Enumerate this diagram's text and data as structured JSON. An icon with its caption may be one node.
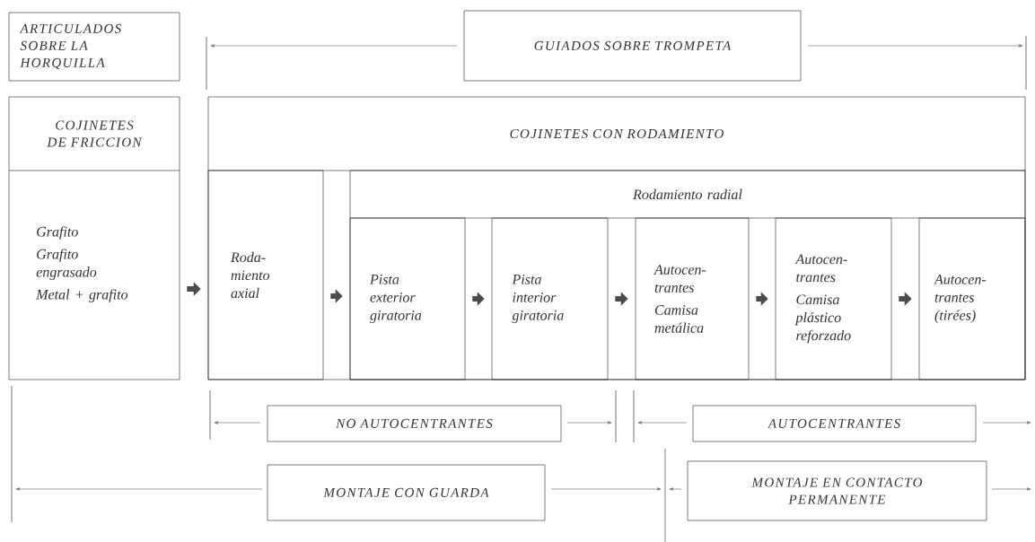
{
  "diagram": {
    "nodes": [
      {
        "text": [
          "ARTICULADOS SOBRE LA HORQUILLA"
        ]
      },
      {
        "text": [
          "GUIADOS SOBRE TROMPETA"
        ]
      },
      {
        "text": [
          "COJINETES DE FRICCION",
          "Grafito",
          "Grafito engrasado",
          "Metal + grafito"
        ]
      },
      {
        "text": [
          "COJINETES CON RODAMIENTO"
        ]
      },
      {
        "text": [
          "Roda-miento axial"
        ],
        "in": 3
      },
      {
        "text": [
          "Rodamiento radial"
        ],
        "in": 3
      },
      {
        "text": [
          "Pista exterior giratoria"
        ],
        "in": 5
      },
      {
        "text": [
          "Pista interior giratoria"
        ],
        "in": 5
      },
      {
        "text": [
          "Autocen-trantes",
          "Camisa metálica"
        ],
        "in": 5
      },
      {
        "text": [
          "Autocen-trantes",
          "Camisa plástico reforzado"
        ],
        "in": 5
      },
      {
        "text": [
          "Autocen-trantes (tirées)"
        ],
        "in": 5
      },
      {
        "text": [
          "NO AUTOCENTRANTES"
        ]
      },
      {
        "text": [
          "AUTOCENTRANTES"
        ]
      },
      {
        "text": [
          "MONTAJE CON GUARDA"
        ]
      },
      {
        "text": [
          "MONTAJE EN CONTACTO PERMANENTE"
        ]
      }
    ],
    "edges": [
      {
        "from": 2,
        "to": 4,
        "arrow": "to"
      },
      {
        "from": 4,
        "to": 6,
        "arrow": "to"
      },
      {
        "from": 6,
        "to": 7,
        "arrow": "to"
      },
      {
        "from": 7,
        "to": 8,
        "arrow": "to"
      },
      {
        "from": 8,
        "to": 9,
        "arrow": "to"
      },
      {
        "from": 9,
        "to": 10,
        "arrow": "to"
      }
    ]
  }
}
